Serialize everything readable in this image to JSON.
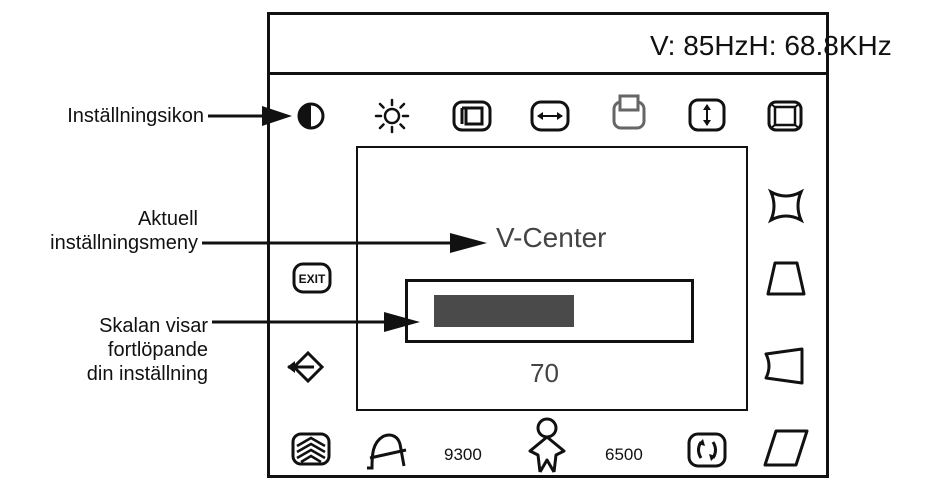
{
  "header": {
    "frequency": "V: 85HzH: 68.8KHz"
  },
  "menu": {
    "current_setting": "V-Center"
  },
  "scale": {
    "value_text": "70",
    "level_percent": 70
  },
  "callouts": {
    "settings_icon": "Inställningsikon",
    "current_menu_line1": "Aktuell",
    "current_menu_line2": "inställningsmeny",
    "scale_line1": "Skalan visar",
    "scale_line2": "fortlöpande",
    "scale_line3": "din inställning"
  },
  "bottom_row": {
    "temp_1": "9300",
    "temp_2": "6500"
  },
  "icons": {
    "top_row": [
      "contrast-icon",
      "brightness-icon",
      "h-position-icon",
      "h-size-icon",
      "v-position-icon",
      "v-size-icon",
      "zoom-icon"
    ],
    "left_column": [
      "exit-icon",
      "input-select-icon",
      "degauss-icon"
    ],
    "right_column": [
      "pincushion-icon",
      "trapezoid-icon",
      "pin-balance-icon",
      "parallelogram-icon"
    ],
    "bottom_row": [
      "color-temp-icon",
      "user-color-icon",
      "rotation-icon"
    ]
  },
  "colors": {
    "bar_fill": "#4a4a4a",
    "frame": "#111111"
  }
}
